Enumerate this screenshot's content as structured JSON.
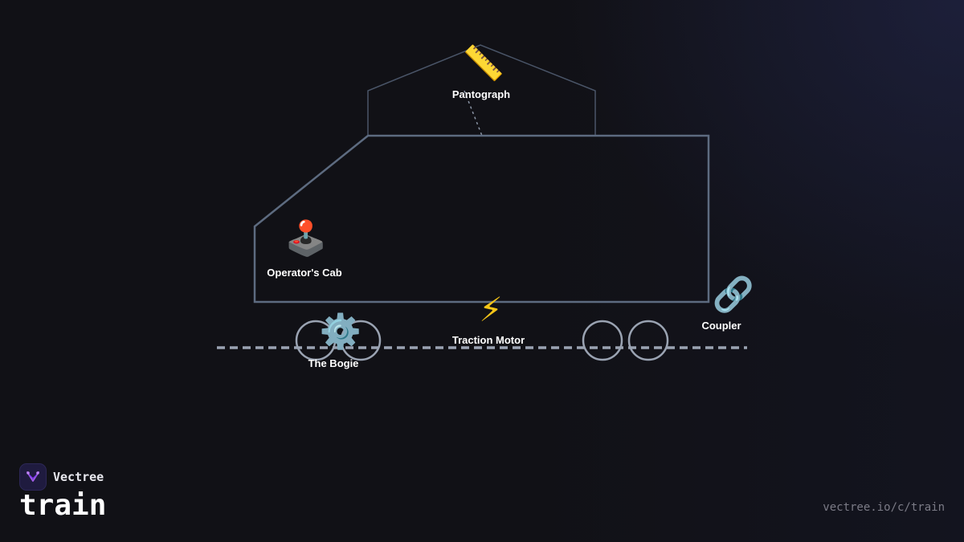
{
  "diagram": {
    "components": [
      {
        "id": "pantograph",
        "label": "Pantograph",
        "icon": "ruler-icon",
        "glyph": "📏"
      },
      {
        "id": "operators_cab",
        "label": "Operator's Cab",
        "icon": "joystick-icon",
        "glyph": "🕹️"
      },
      {
        "id": "traction_motor",
        "label": "Traction Motor",
        "icon": "lightning-icon",
        "glyph": "⚡"
      },
      {
        "id": "coupler",
        "label": "Coupler",
        "icon": "link-icon",
        "glyph": "🔗"
      },
      {
        "id": "bogie",
        "label": "The Bogie",
        "icon": "gear-icon",
        "glyph": "⚙️"
      }
    ],
    "colors": {
      "outline": "#5d6b80",
      "wheel": "#9aa3b2",
      "track": "#9aa3b2",
      "pantograph_link": "#8a94a4"
    }
  },
  "brand": {
    "name": "Vectree",
    "icon": "vectree-logo-icon",
    "accent": "#a35ee8"
  },
  "page": {
    "title": "train",
    "url": "vectree.io/c/train"
  }
}
